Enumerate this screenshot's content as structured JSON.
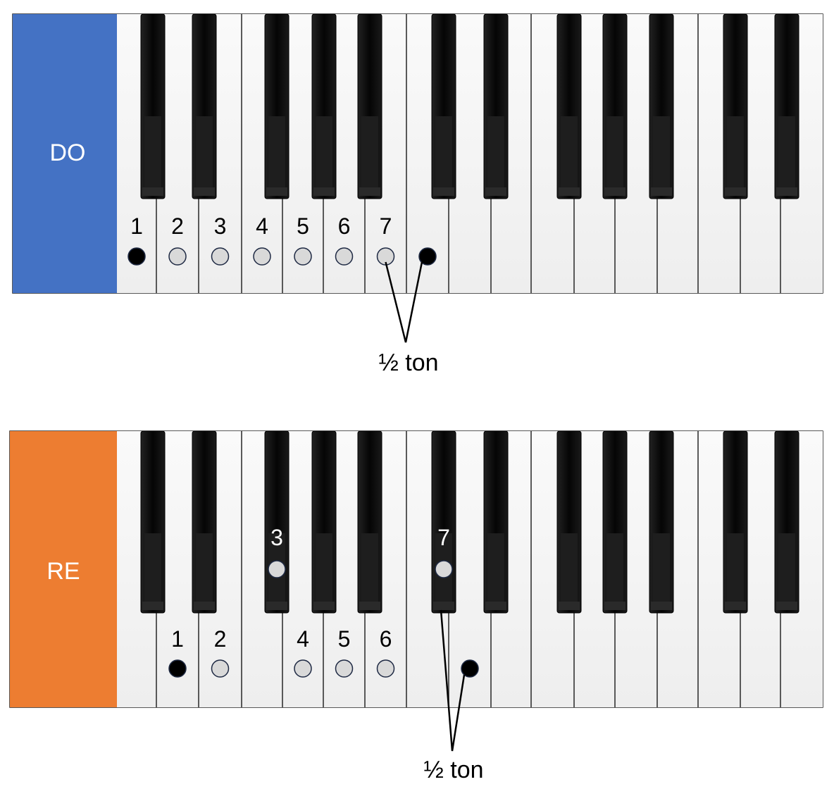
{
  "colors": {
    "do_panel": "#4472C4",
    "re_panel": "#ED7D31",
    "panel_text": "#FFFFFF",
    "white_key": "#F4F4F4",
    "black_key": "#0C0C0C",
    "marker_filled": "#000000",
    "marker_open": "#D9D9D9",
    "marker_stroke": "#1F2A44"
  },
  "keyboards": [
    {
      "id": "do",
      "label": "DO",
      "panel_color": "#4472C4",
      "notes": [
        {
          "degree": "1",
          "key": "white-0",
          "style": "filled"
        },
        {
          "degree": "2",
          "key": "white-1",
          "style": "open"
        },
        {
          "degree": "3",
          "key": "white-2",
          "style": "open"
        },
        {
          "degree": "4",
          "key": "white-3",
          "style": "open"
        },
        {
          "degree": "5",
          "key": "white-4",
          "style": "open"
        },
        {
          "degree": "6",
          "key": "white-5",
          "style": "open"
        },
        {
          "degree": "7",
          "key": "white-6",
          "style": "open"
        },
        {
          "degree": "",
          "key": "white-7",
          "style": "filled"
        }
      ],
      "interval_label": "½ ton"
    },
    {
      "id": "re",
      "label": "RE",
      "panel_color": "#ED7D31",
      "notes": [
        {
          "degree": "1",
          "key": "white-1",
          "style": "filled"
        },
        {
          "degree": "2",
          "key": "white-2",
          "style": "open"
        },
        {
          "degree": "3",
          "key": "black-2",
          "style": "open"
        },
        {
          "degree": "4",
          "key": "white-4",
          "style": "open"
        },
        {
          "degree": "5",
          "key": "white-5",
          "style": "open"
        },
        {
          "degree": "6",
          "key": "white-6",
          "style": "open"
        },
        {
          "degree": "7",
          "key": "black-5",
          "style": "open"
        },
        {
          "degree": "",
          "key": "white-8",
          "style": "filled"
        }
      ],
      "interval_label": "½ ton"
    }
  ]
}
